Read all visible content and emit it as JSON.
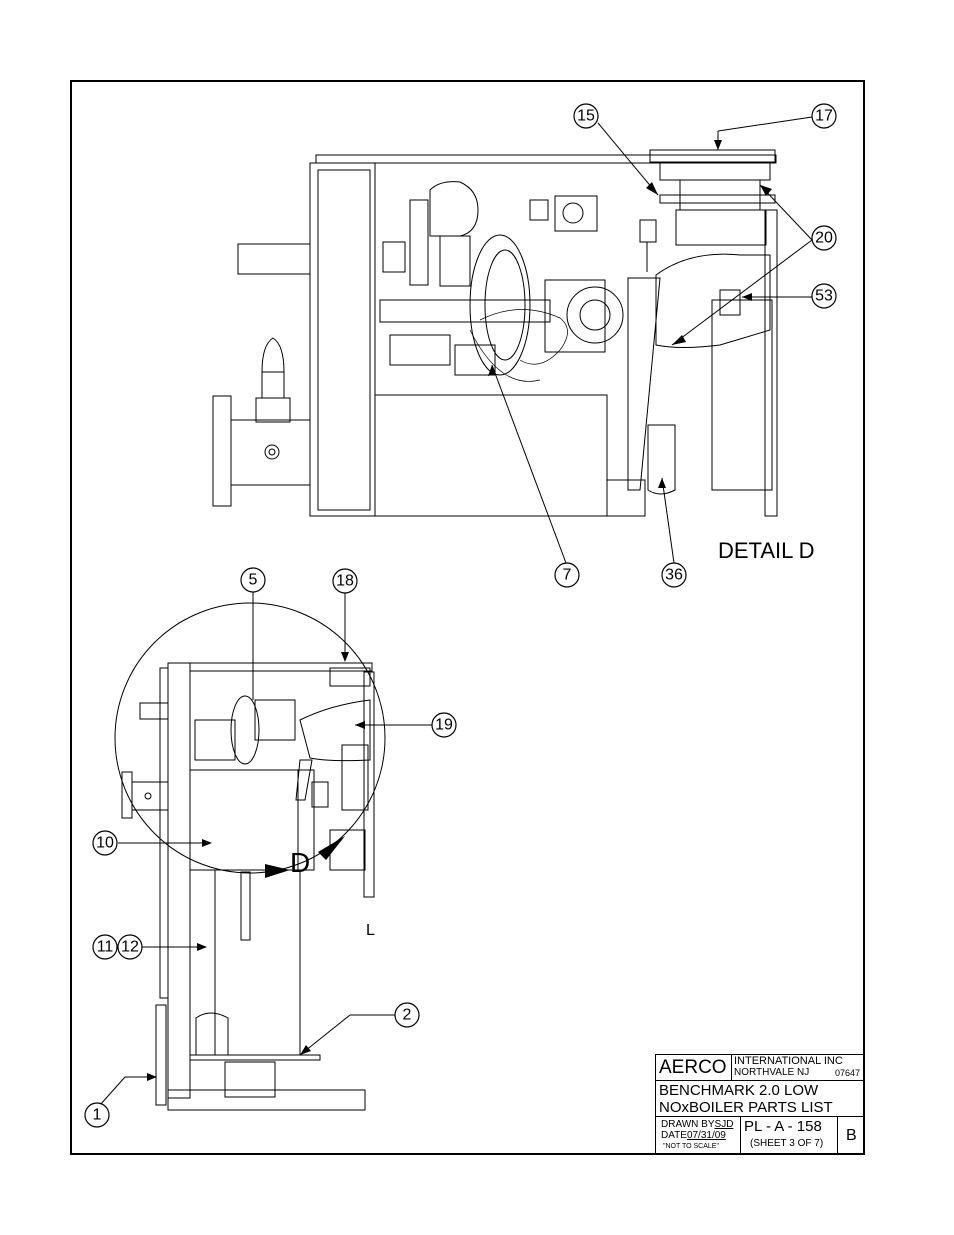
{
  "callouts": {
    "c15": "15",
    "c17": "17",
    "c20": "20",
    "c53": "53",
    "c7": "7",
    "c36": "36",
    "c5": "5",
    "c18": "18",
    "c19": "19",
    "c10": "10",
    "c11": "11",
    "c12": "12",
    "c2": "2",
    "c1": "1"
  },
  "labels": {
    "detail_label": "DETAIL D",
    "detail_marker": "D",
    "small_mark": "L"
  },
  "title_block": {
    "company": "AERCO",
    "company_full": "INTERNATIONAL  INC",
    "address": "NORTHVALE  NJ",
    "zip": "07647",
    "title_line1": "BENCHMARK 2.0 LOW",
    "title_line2_prefix": "NOx",
    "title_line2_rest": "BOILER PARTS LIST",
    "drawn_by_label": "DRAWN BY",
    "drawn_by": "SJD",
    "date_label": "DATE",
    "date": "07/31/09",
    "scale_note": "\"NOT TO SCALE\"",
    "drawing_number": "PL - A - 158",
    "sheet": "(SHEET 3 OF 7)",
    "revision": "B"
  }
}
